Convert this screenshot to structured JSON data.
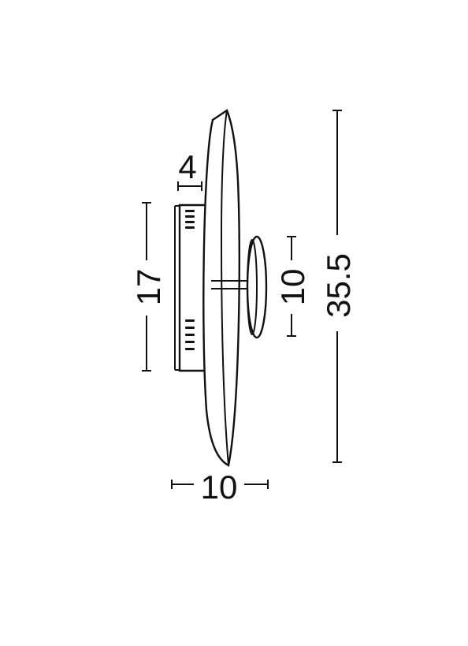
{
  "dimensions": {
    "base_depth": "4",
    "base_height": "17",
    "front_disc_height": "10",
    "overall_height": "35.5",
    "overall_depth": "10"
  },
  "colors": {
    "ink": "#111111",
    "background": "#ffffff"
  }
}
